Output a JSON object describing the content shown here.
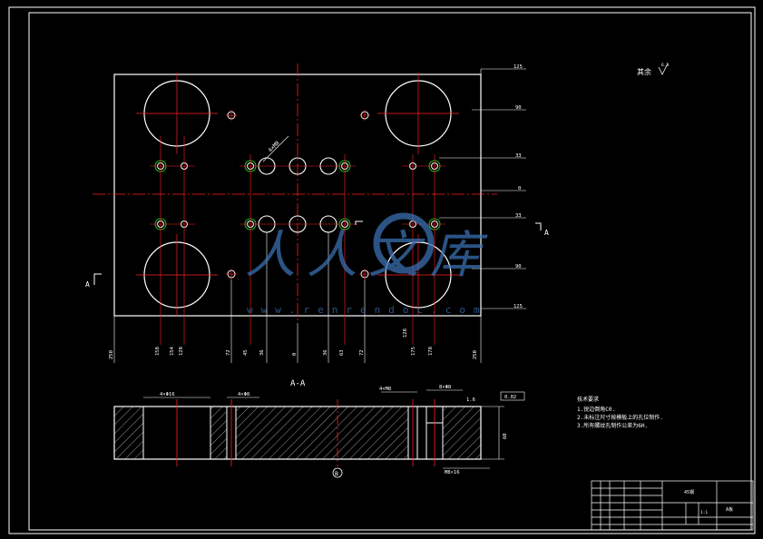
{
  "colors": {
    "background": "#000000",
    "outline": "#ffffff",
    "centerline": "#ff2020",
    "dimension": "#ffffff",
    "thread": "#20c020",
    "watermark": "#3a6fb0"
  },
  "drawing": {
    "surface_note": "其余",
    "surface_mark": "6.3",
    "section_label": "A-A",
    "section_marker": "A",
    "right_dims": [
      "125",
      "90",
      "33",
      "0",
      "33",
      "90",
      "125"
    ],
    "bottom_dims": [
      "250",
      "158",
      "154",
      "128",
      "72",
      "45",
      "36",
      "0",
      "36",
      "63",
      "72",
      "128",
      "175",
      "178",
      "250"
    ],
    "hole_callout": "4×M8",
    "section_callouts": {
      "left": "4×Φ16",
      "mid": "4×Φ8",
      "right": "4×M8",
      "right2": "8×Φ8"
    },
    "thickness": "60",
    "datum": "B",
    "flatness": "0.02",
    "roughness": "1.6",
    "depth_note": "M8×16",
    "tech_title": "技术要求",
    "tech_notes": [
      "1.锐边倒角C0.",
      "2.未标注尺寸按模板上的孔位制作.",
      "3.所有螺纹孔制作公差为6H."
    ],
    "watermark_text": "人人文库",
    "watermark_url": "www.renrendoc.com"
  },
  "title_block": {
    "name": "A板",
    "material": "45钢",
    "scale": "1:1"
  }
}
